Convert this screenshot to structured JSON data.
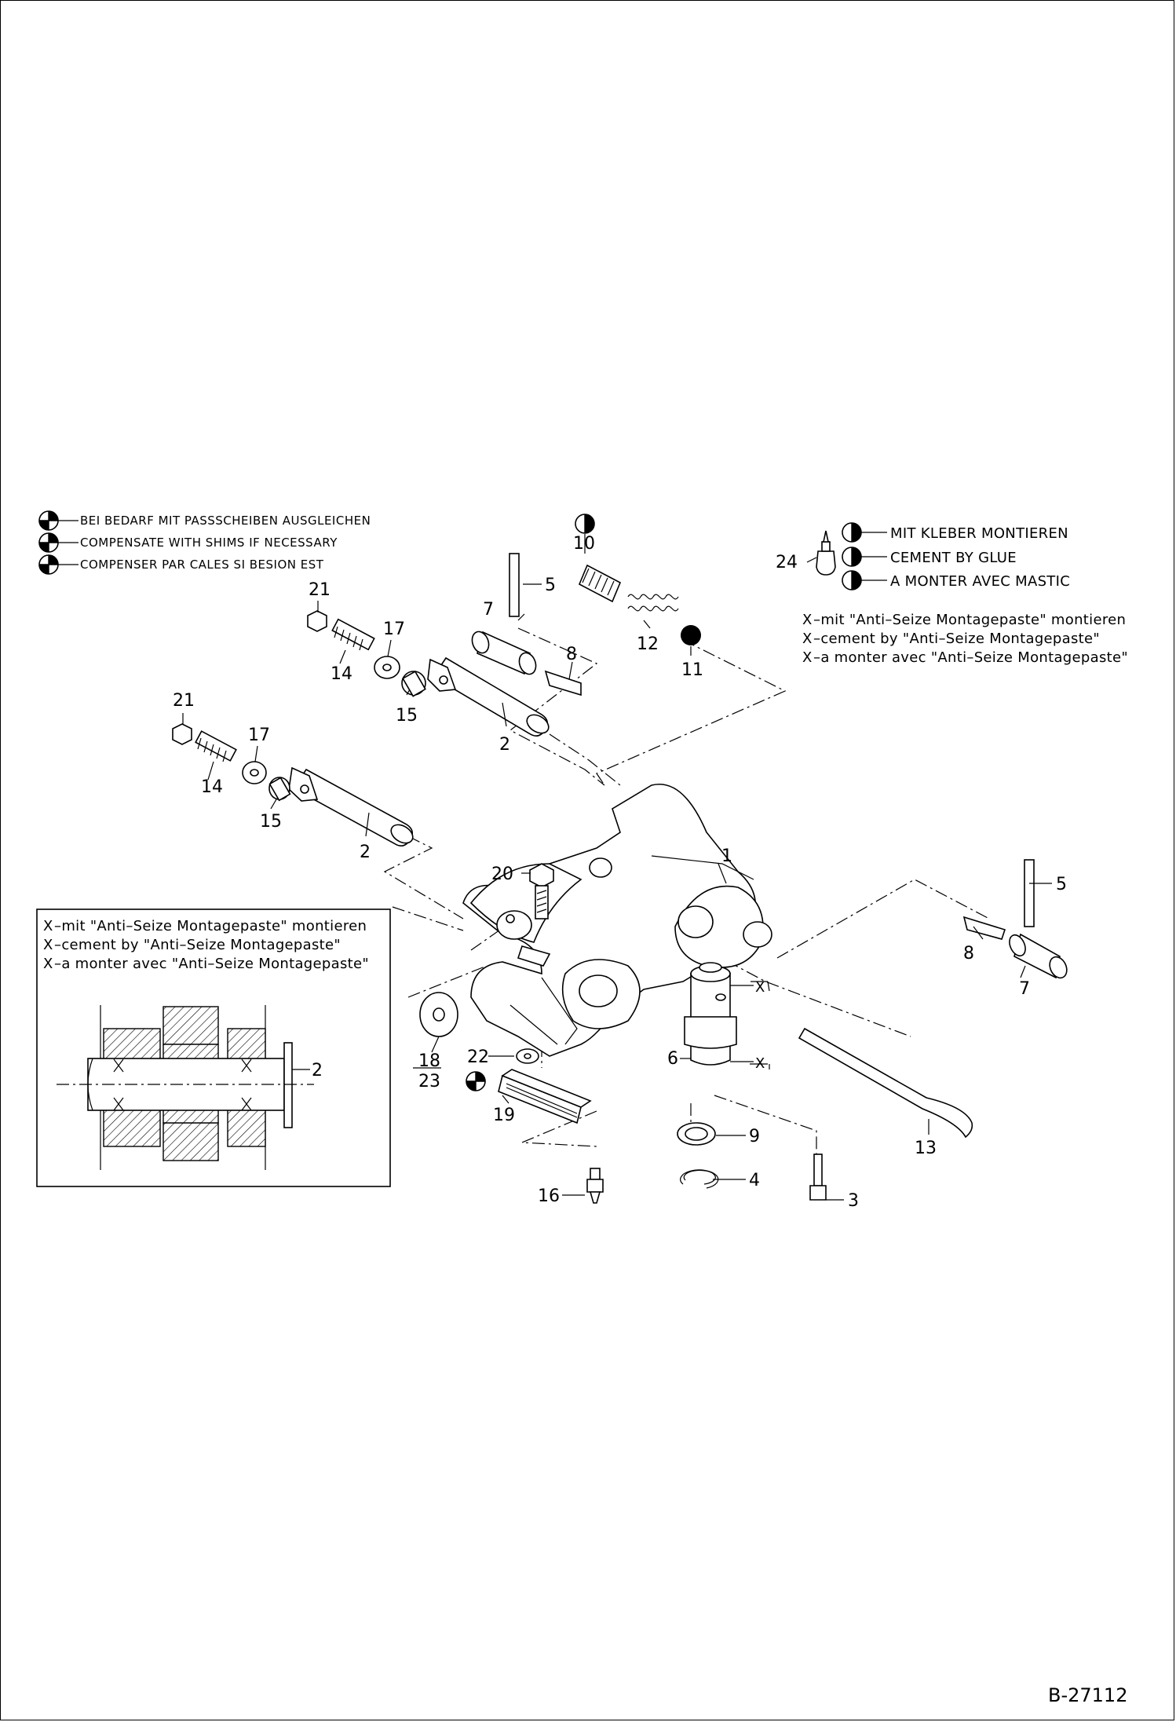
{
  "shims_note": {
    "de": "BEI BEDARF MIT PASSSCHEIBEN AUSGLEICHEN",
    "en": "COMPENSATE WITH SHIMS IF NECESSARY",
    "fr": "COMPENSER PAR CALES SI BESION EST"
  },
  "glue_note": {
    "de": "MIT KLEBER MONTIEREN",
    "en": "CEMENT BY GLUE",
    "fr": "A MONTER AVEC MASTIC"
  },
  "antiseize_note": {
    "de": "mit \"Anti–Seize Montagepaste\" montieren",
    "en": "cement by \"Anti–Seize Montagepaste\"",
    "fr": "a monter avec \"Anti–Seize Montagepaste\""
  },
  "antiseize_mark": "X",
  "labels": {
    "p1": "1",
    "p2a": "2",
    "p2b": "2",
    "p2c": "2",
    "p3": "3",
    "p4": "4",
    "p5a": "5",
    "p5b": "5",
    "p6": "6",
    "p7a": "7",
    "p7b": "7",
    "p8a": "8",
    "p8b": "8",
    "p9": "9",
    "p10": "10",
    "p11": "11",
    "p12": "12",
    "p13": "13",
    "p14a": "14",
    "p14b": "14",
    "p15a": "15",
    "p15b": "15",
    "p16": "16",
    "p17a": "17",
    "p17b": "17",
    "p18": "18",
    "p19": "19",
    "p20": "20",
    "p21a": "21",
    "p21b": "21",
    "p22": "22",
    "p23": "23",
    "p24": "24"
  },
  "document_id": "B-27112",
  "icons": {
    "shims": "quartered-circle-icon",
    "glue": "half-filled-circle-icon",
    "glue_tube": "adhesive-tube-icon"
  }
}
